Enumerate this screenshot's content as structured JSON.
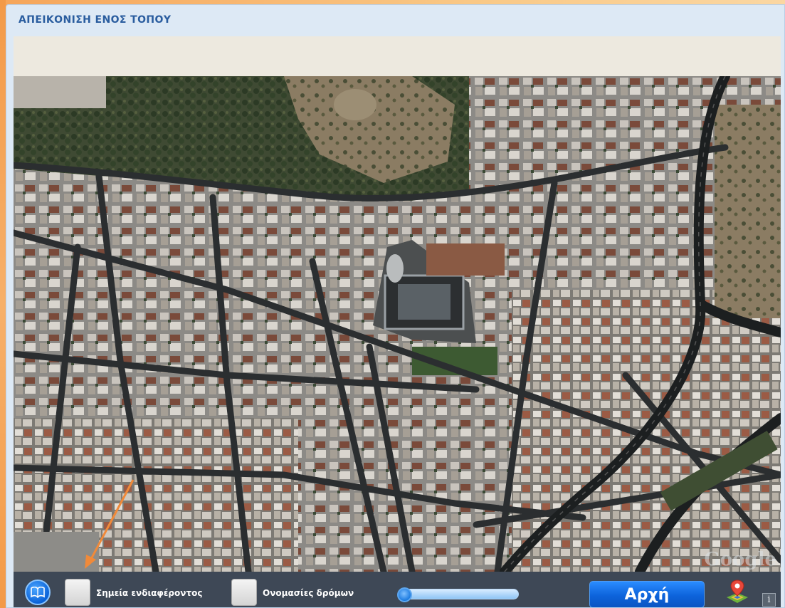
{
  "window": {
    "title": "ΑΠΕΙΚΟΝΙΣΗ ΕΝΟΣ ΤΟΠΟΥ"
  },
  "map": {
    "view": "satellite",
    "watermark": "Google"
  },
  "controls": {
    "book_icon": "book-icon",
    "points_of_interest": {
      "label": "Σημεία ενδιαφέροντος",
      "checked": false
    },
    "street_names": {
      "label": "Ονομασίες δρόμων",
      "checked": false
    },
    "zoom_slider": {
      "value": 0
    },
    "home_button_label": "Αρχή",
    "map_pin_icon": "map-pin-icon",
    "info_icon_label": "i"
  },
  "colors": {
    "title": "#2a5d9f",
    "controls_bg": "#3e4856",
    "home_button": "#0d63db",
    "annotation_arrow": "#f08a3a"
  }
}
